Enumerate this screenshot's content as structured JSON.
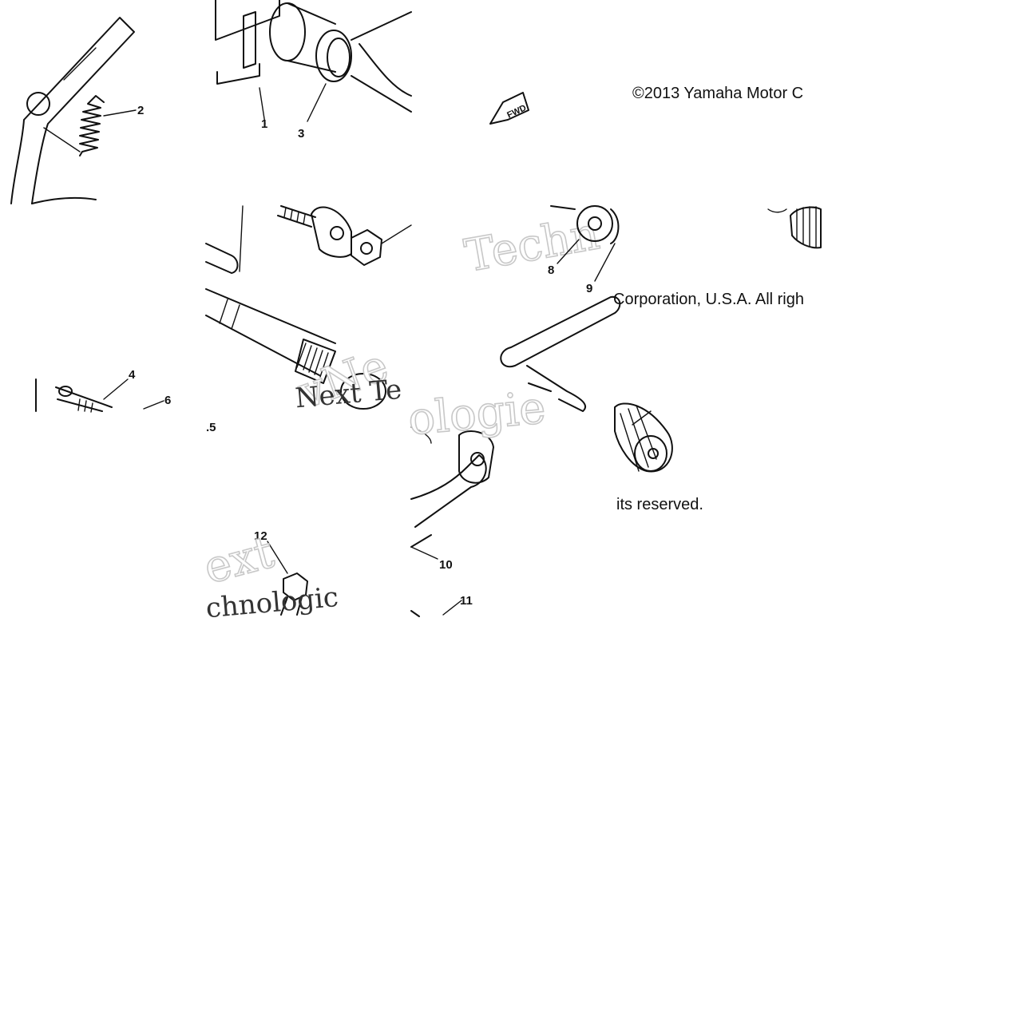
{
  "callouts": [
    {
      "id": "1",
      "label": "1"
    },
    {
      "id": "2",
      "label": "2"
    },
    {
      "id": "3",
      "label": "3"
    },
    {
      "id": "4",
      "label": "4"
    },
    {
      "id": "5",
      "label": ".5"
    },
    {
      "id": "6",
      "label": "6"
    },
    {
      "id": "8",
      "label": "8"
    },
    {
      "id": "9",
      "label": "9"
    },
    {
      "id": "10",
      "label": "10"
    },
    {
      "id": "11",
      "label": "11"
    },
    {
      "id": "12",
      "label": "12"
    }
  ],
  "copyright": {
    "line1": "©2013 Yamaha Motor C",
    "line2": "Corporation, U.S.A. All righ",
    "line3": "its reserved."
  },
  "fwd_marker": "FWD",
  "watermarks": {
    "w1": "Techn",
    "w2": "vNe",
    "w3": "Next Te",
    "w4": "ologie",
    "w5": "ext",
    "w6": "chnologic"
  }
}
